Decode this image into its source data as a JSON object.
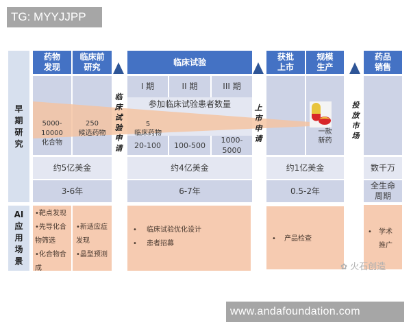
{
  "watermark_top": "TG: MYYJJPP",
  "watermark_bottom": "www.andafoundation.com",
  "brand_watermark": "火石创造",
  "row_labels": {
    "early": "早期研究",
    "ai": "AI应用场景"
  },
  "stages": {
    "discovery": {
      "title_1": "药物",
      "title_2": "发现",
      "count": "5000-10000",
      "unit": "化合物"
    },
    "preclinical": {
      "title_1": "临床前",
      "title_2": "研究",
      "count": "250",
      "unit": "候选药物"
    },
    "clinical": {
      "title": "临床试验",
      "phases": [
        "I 期",
        "II 期",
        "III 期"
      ],
      "patients_label": "参加临床试验患者数量",
      "drug_count": "5",
      "drug_unit": "临床药物",
      "patient_counts": [
        "20-100",
        "100-500",
        "1000-5000"
      ]
    },
    "approval": {
      "title_1": "获批",
      "title_2": "上市"
    },
    "production": {
      "title_1": "规模",
      "title_2": "生产",
      "count": "一款",
      "unit": "新药"
    },
    "sales": {
      "title_1": "药品",
      "title_2": "销售"
    }
  },
  "milestones": {
    "ind": [
      "临",
      "床",
      "试",
      "验",
      "申",
      "请"
    ],
    "nda": [
      "上",
      "市",
      "申",
      "请"
    ],
    "launch": [
      "投",
      "放",
      "市",
      "场"
    ]
  },
  "costs": {
    "early": "约5亿美金",
    "clinical": "约4亿美金",
    "approval": "约1亿美金",
    "sales": "数千万"
  },
  "durations": {
    "early": "3-6年",
    "clinical": "6-7年",
    "approval": "0.5-2年",
    "sales_1": "全生命",
    "sales_2": "周期"
  },
  "ai_scenarios": {
    "discovery": [
      "•靶点发现",
      "•先导化合",
      "物筛选",
      "•化合物合",
      "成"
    ],
    "preclinical": [
      "•新适应症",
      "发现",
      "•晶型预测"
    ],
    "clinical": [
      "临床试验优化设计",
      "患者招募"
    ],
    "approval": [
      "产品检查"
    ],
    "sales": [
      "学术",
      "推广"
    ]
  },
  "colors": {
    "header_blue": "#4472c4",
    "triangle_blue": "#2e5597",
    "cell_lavender": "#cdd3e6",
    "cell_light": "#e4e7f2",
    "label_blue": "#d7e0ee",
    "ai_peach": "#f6cbb1",
    "funnel_peach": "#f5c6a5"
  }
}
